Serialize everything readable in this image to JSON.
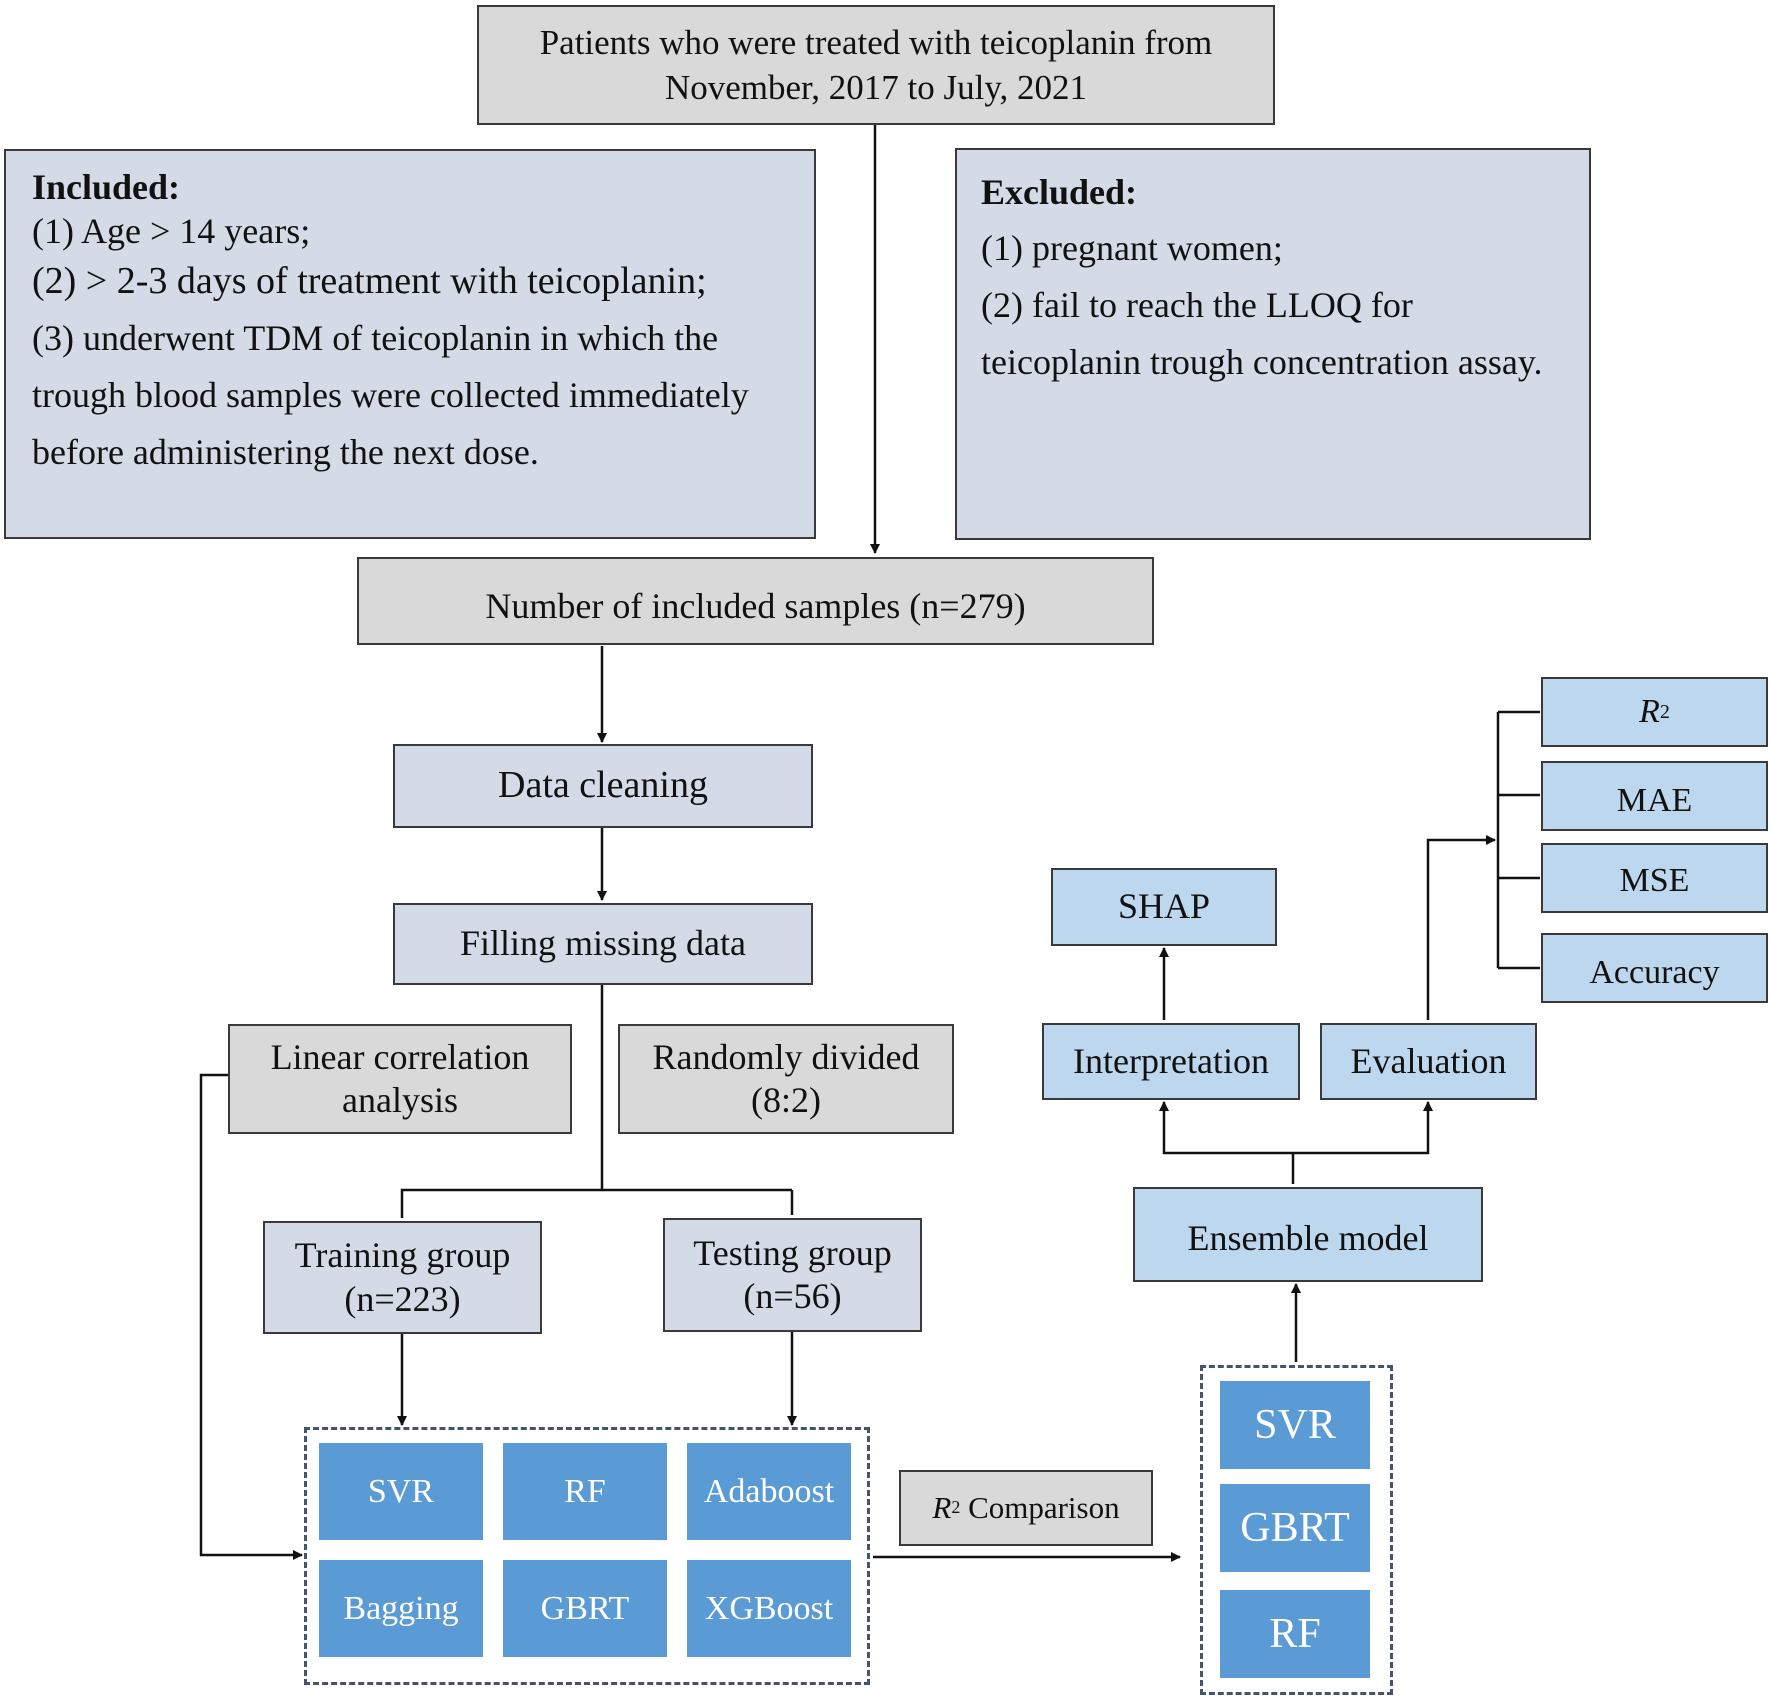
{
  "start": {
    "line1": "Patients who were treated with teicoplanin from",
    "line2": "November, 2017 to July, 2021"
  },
  "included": {
    "heading": "Included:",
    "items": [
      "(1) Age   > 14 years;",
      "(2) > 2-3 days of treatment with teicoplanin;",
      "(3) underwent TDM of teicoplanin in which the",
      "trough blood samples were collected immediately",
      "before administering the next dose."
    ]
  },
  "excluded": {
    "heading": "Excluded:",
    "items": [
      "(1) pregnant women;",
      "(2) fail to reach the LLOQ for",
      "teicoplanin trough concentration assay."
    ]
  },
  "samples": "Number of included samples (n=279)",
  "cleaning": "Data cleaning",
  "filling": "Filling missing data",
  "linear": {
    "line1": "Linear correlation",
    "line2": "analysis"
  },
  "random": {
    "line1": "Randomly divided",
    "line2": "(8:2)"
  },
  "training": {
    "line1": "Training group",
    "line2": "(n=223)"
  },
  "testing": {
    "line1": "Testing group",
    "line2": "(n=56)"
  },
  "models": [
    "SVR",
    "RF",
    "Adaboost",
    "Bagging",
    "GBRT",
    "XGBoost"
  ],
  "comparison": {
    "symbol": "R",
    "sup": "2",
    "label": " Comparison"
  },
  "selected_models": [
    "SVR",
    "GBRT",
    "RF"
  ],
  "ensemble": "Ensemble model",
  "interpretation": "Interpretation",
  "evaluation": "Evaluation",
  "shap": "SHAP",
  "metrics": {
    "r2": {
      "symbol": "R",
      "sup": "2"
    },
    "mae": "MAE",
    "mse": "MSE",
    "accuracy": "Accuracy"
  },
  "colors": {
    "gray_box": "#d9d9d9",
    "slate_box": "#d4dbe6",
    "light_blue_box": "#bdd7ee",
    "model_tile": "#5b9bd5",
    "dashed_border": "#44546a"
  }
}
